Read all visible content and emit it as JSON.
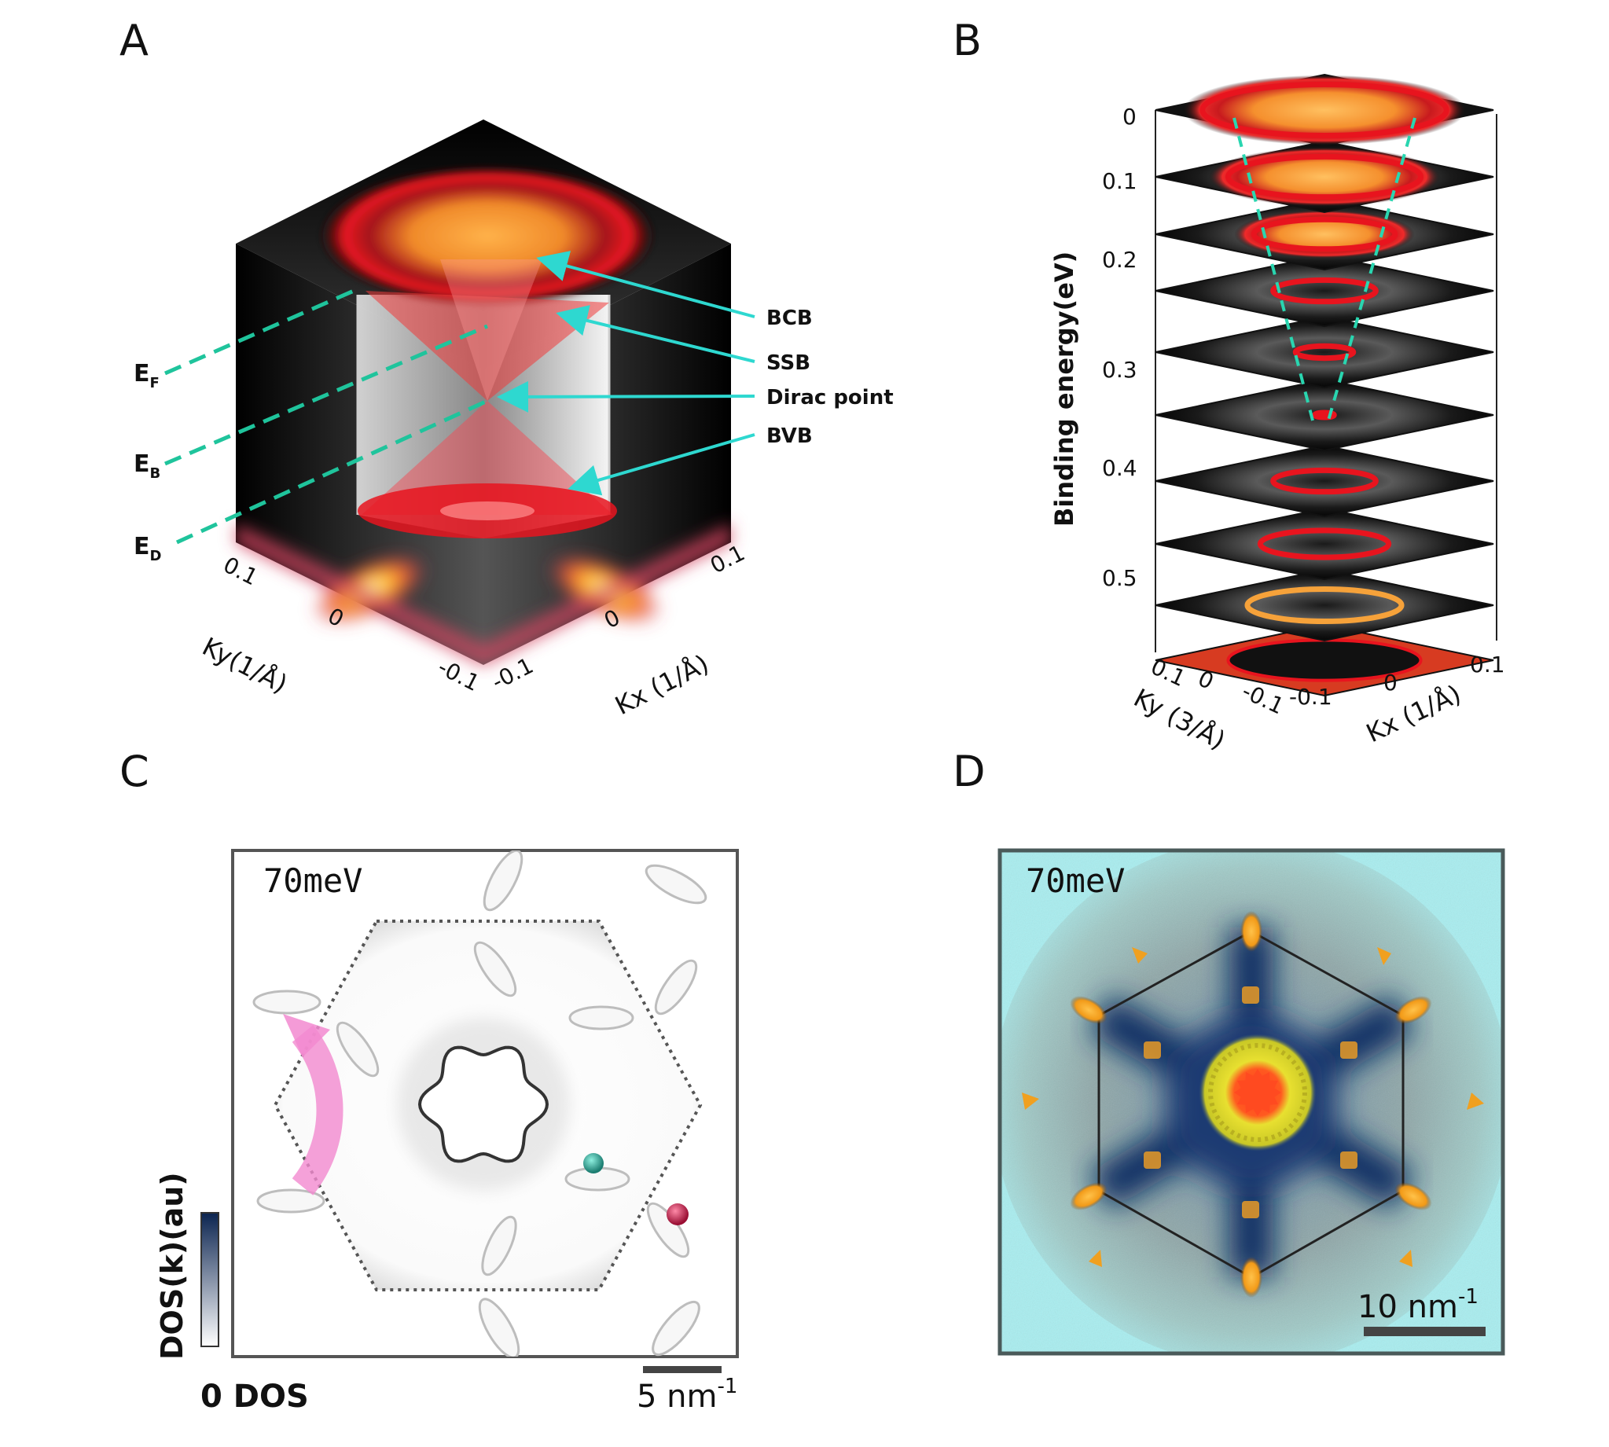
{
  "panels": {
    "A": {
      "label": "A",
      "arrow_labels": [
        "BCB",
        "SSB",
        "Dirac point",
        "BVB"
      ],
      "energies": [
        {
          "main": "E",
          "sub": "F"
        },
        {
          "main": "E",
          "sub": "B"
        },
        {
          "main": "E",
          "sub": "D"
        }
      ],
      "ky_ticks": [
        "0.1",
        "0",
        "-0.1"
      ],
      "kx_ticks": [
        "-0.1",
        "0",
        "0.1"
      ],
      "ky_label": "Ky(1/Å)",
      "kx_label": "Kx (1/Å)"
    },
    "B": {
      "label": "B",
      "ylabel": "Binding energy(eV)",
      "yticks": [
        "0",
        "0.1",
        "0.2",
        "0.3",
        "0.4",
        "0.5"
      ],
      "ky_ticks": [
        "0.1",
        "0",
        "-0.1"
      ],
      "kx_ticks": [
        "-0.1",
        "0",
        "0.1"
      ],
      "ky_label": "Ky (3/Å)",
      "kx_label": "Kx (1/Å)"
    },
    "C": {
      "label": "C",
      "energy": "70meV",
      "colorbar_label": "DOS(k)(au)",
      "colorbar_bottom": "0 DOS",
      "scale": "5 nm",
      "scale_exp": "-1"
    },
    "D": {
      "label": "D",
      "energy": "70meV",
      "scale": "10 nm",
      "scale_exp": "-1"
    }
  },
  "colors": {
    "arrow": "#2ed8d0",
    "dashed": "#1fc49c",
    "band_red": "#e8141e",
    "orange": "#f6a23a",
    "dark_blue": "#0d2f63",
    "cyan_bg": "#a6eef0",
    "pink_arrow": "#f28ad0",
    "teal_ball": "#2a9c8e",
    "red_ball": "#c21a44"
  }
}
